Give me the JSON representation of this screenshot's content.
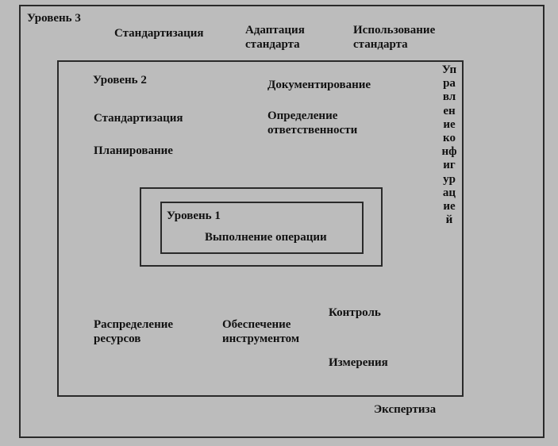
{
  "level3": {
    "title": "Уровень 3",
    "items": {
      "standardization": "Стандартизация",
      "adaptation": [
        "Адаптация",
        "стандарта"
      ],
      "usage": [
        "Использование",
        "стандарта"
      ],
      "expertise": "Экспертиза"
    }
  },
  "level2": {
    "title": "Уровень 2",
    "items": {
      "documentation": "Документирование",
      "standardization": "Стандартизация",
      "responsibility": [
        "Определение",
        "ответственности"
      ],
      "planning": "Планирование",
      "control": "Контроль",
      "resources": [
        "Распределение",
        "ресурсов"
      ],
      "tools": [
        "Обеспечение",
        "инструментом"
      ],
      "measurement": "Измерения"
    },
    "side_label": "Управление конфигурацией"
  },
  "level1": {
    "title": "Уровень 1",
    "operation": "Выполнение операции"
  }
}
